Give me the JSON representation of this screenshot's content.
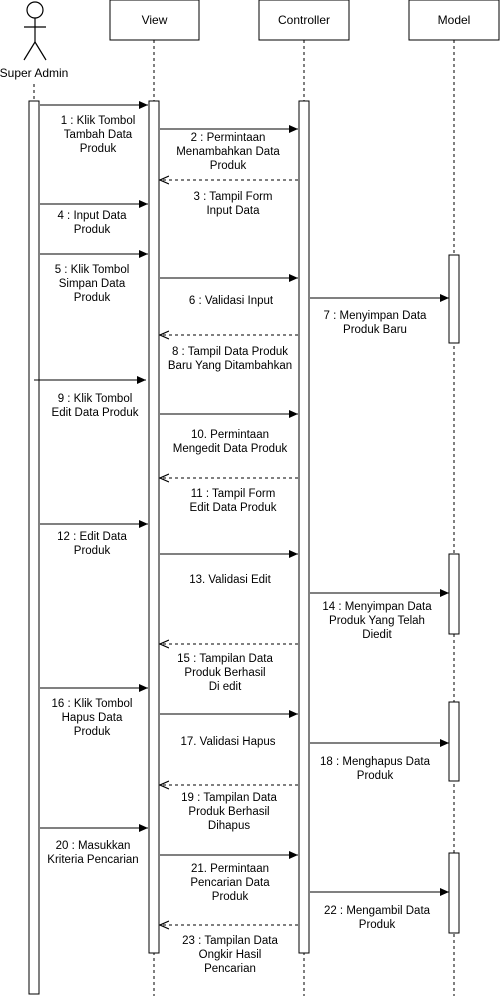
{
  "participants": [
    {
      "id": "admin",
      "label": "Super Admin"
    },
    {
      "id": "view",
      "label": "View"
    },
    {
      "id": "controller",
      "label": "Controller"
    },
    {
      "id": "model",
      "label": "Model"
    }
  ],
  "messages": [
    {
      "n": 1,
      "from": "admin",
      "to": "view",
      "lines": [
        "1 : Klik Tombol",
        "Tambah Data",
        "Produk"
      ]
    },
    {
      "n": 2,
      "from": "view",
      "to": "controller",
      "lines": [
        "2 : Permintaan",
        "Menambahkan Data",
        "Produk"
      ]
    },
    {
      "n": 3,
      "from": "controller",
      "to": "view",
      "return": true,
      "lines": [
        "3 : Tampil Form",
        "Input Data"
      ]
    },
    {
      "n": 4,
      "from": "admin",
      "to": "view",
      "lines": [
        "4 : Input Data",
        "Produk"
      ]
    },
    {
      "n": 5,
      "from": "admin",
      "to": "view",
      "lines": [
        "5 : Klik Tombol",
        "Simpan Data",
        "Produk"
      ]
    },
    {
      "n": 6,
      "from": "view",
      "to": "controller",
      "lines": [
        "6 : Validasi Input"
      ]
    },
    {
      "n": 7,
      "from": "controller",
      "to": "model",
      "lines": [
        "7 : Menyimpan Data",
        "Produk Baru"
      ]
    },
    {
      "n": 8,
      "from": "controller",
      "to": "view",
      "return": true,
      "lines": [
        "8 : Tampil Data Produk",
        "Baru Yang Ditambahkan"
      ]
    },
    {
      "n": 9,
      "from": "admin",
      "to": "view",
      "lines": [
        "9 : Klik Tombol",
        "Edit Data Produk"
      ]
    },
    {
      "n": 10,
      "from": "view",
      "to": "controller",
      "lines": [
        "10. Permintaan",
        "Mengedit Data Produk"
      ]
    },
    {
      "n": 11,
      "from": "controller",
      "to": "view",
      "return": true,
      "lines": [
        "11 : Tampil Form",
        "Edit Data Produk"
      ]
    },
    {
      "n": 12,
      "from": "admin",
      "to": "view",
      "lines": [
        "12 : Edit Data",
        "Produk"
      ]
    },
    {
      "n": 13,
      "from": "view",
      "to": "controller",
      "lines": [
        "13. Validasi Edit"
      ]
    },
    {
      "n": 14,
      "from": "controller",
      "to": "model",
      "lines": [
        "14 : Menyimpan Data",
        "Produk Yang Telah",
        "Diedit"
      ]
    },
    {
      "n": 15,
      "from": "controller",
      "to": "view",
      "return": true,
      "lines": [
        "15 : Tampilan Data",
        "Produk Berhasil",
        "Di edit"
      ]
    },
    {
      "n": 16,
      "from": "admin",
      "to": "view",
      "lines": [
        "16 : Klik Tombol",
        "Hapus Data",
        "Produk"
      ]
    },
    {
      "n": 17,
      "from": "view",
      "to": "controller",
      "lines": [
        "17. Validasi Hapus"
      ]
    },
    {
      "n": 18,
      "from": "controller",
      "to": "model",
      "lines": [
        "18 : Menghapus Data",
        "Produk"
      ]
    },
    {
      "n": 19,
      "from": "controller",
      "to": "view",
      "return": true,
      "lines": [
        "19 : Tampilan Data",
        "Produk Berhasil",
        "Dihapus"
      ]
    },
    {
      "n": 20,
      "from": "admin",
      "to": "view",
      "lines": [
        "20 : Masukkan",
        "Kriteria Pencarian"
      ]
    },
    {
      "n": 21,
      "from": "view",
      "to": "controller",
      "lines": [
        "21. Permintaan",
        "Pencarian Data",
        "Produk"
      ]
    },
    {
      "n": 22,
      "from": "controller",
      "to": "model",
      "lines": [
        "22 : Mengambil Data",
        "Produk"
      ]
    },
    {
      "n": 23,
      "from": "controller",
      "to": "view",
      "return": true,
      "lines": [
        "23 : Tampilan Data",
        "Ongkir Hasil",
        "Pencarian"
      ]
    }
  ]
}
